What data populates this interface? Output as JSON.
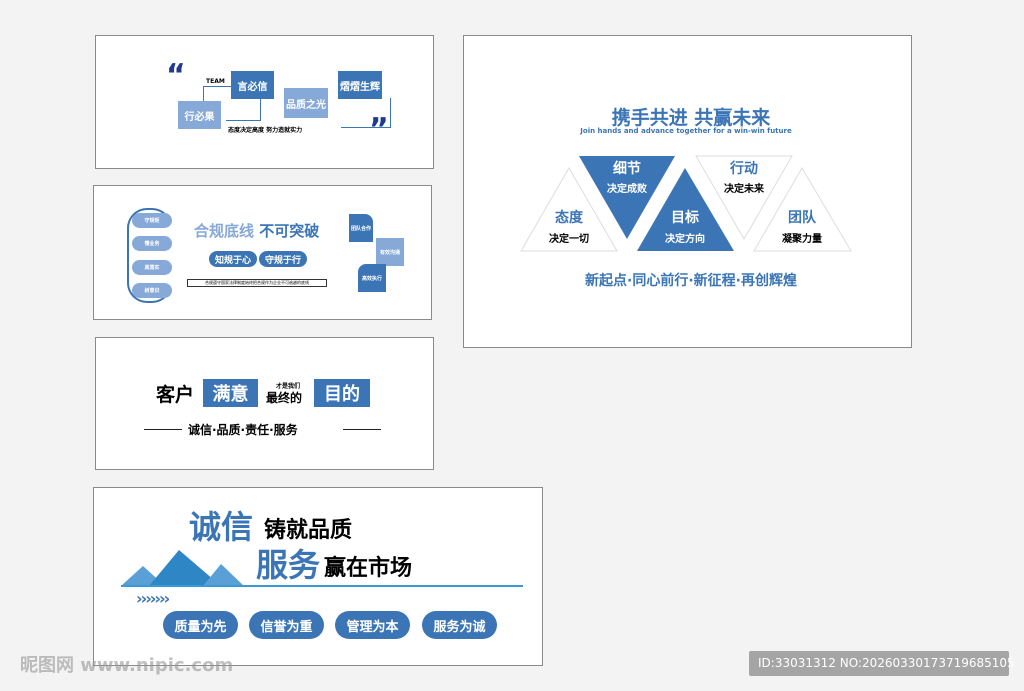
{
  "colors": {
    "primary": "#3b75b6",
    "light": "#86a9d8",
    "text": "#1a1a1a",
    "background": "#f3f3f3"
  },
  "panel1": {
    "team": "TEAM",
    "box1": "言必信",
    "box2": "行必果",
    "box3": "品质之光",
    "box4": "熠熠生辉",
    "caption": "态度决定高度 努力造就实力",
    "open_quote": "“",
    "close_quote": "”"
  },
  "panel2": {
    "pills": [
      "守规矩",
      "懂业务",
      "真落实",
      "树意识"
    ],
    "title_light": "合规底线",
    "title_dark": "不可突破",
    "btn1": "知规于心",
    "btn2": "守规于行",
    "caption": "合规遵守国家法律制度始终把合规作为企业不可逾越的底线",
    "tiles": [
      "团队合作",
      "有效沟通",
      "高效执行"
    ]
  },
  "panel3": {
    "word1": "客户",
    "box1": "满意",
    "small": "才是我们",
    "word2": "最终的",
    "box2": "目的",
    "tagline": "诚信·品质·责任·服务"
  },
  "panel4": {
    "big1": "诚信",
    "text1": "铸就品质",
    "big2": "服务",
    "text2": "赢在市场",
    "chevrons": "›››››››",
    "buttons": [
      "质量为先",
      "信誉为重",
      "管理为本",
      "服务为诚"
    ]
  },
  "panel5": {
    "title": "携手共进 共赢未来",
    "subtitle": "Join hands and advance together for a win-win future",
    "triangles": [
      {
        "head": "态度",
        "sub": "决定一切"
      },
      {
        "head": "细节",
        "sub": "决定成败"
      },
      {
        "head": "目标",
        "sub": "决定方向"
      },
      {
        "head": "行动",
        "sub": "决定未来"
      },
      {
        "head": "团队",
        "sub": "凝聚力量"
      }
    ],
    "slogan": "新起点·同心前行·新征程·再创辉煌"
  },
  "watermark": {
    "logo": "昵图网",
    "url": "www.nipic.com",
    "id_text": "ID:33031312 NO:20260330173719685105"
  }
}
